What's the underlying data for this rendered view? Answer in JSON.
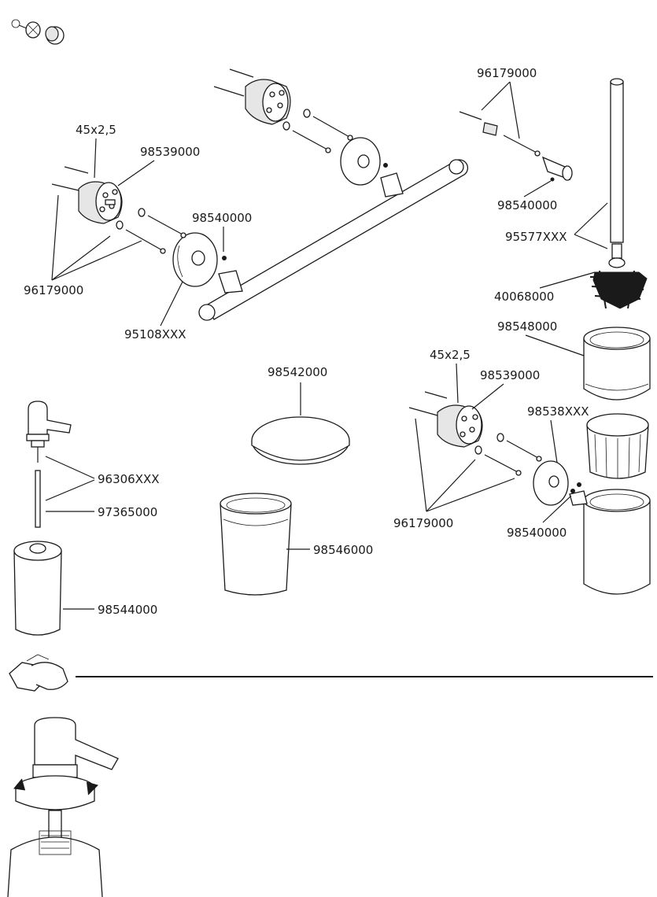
{
  "labels": {
    "bolts_top_right": "96179000",
    "bolts_left": "96179000",
    "bolts_bottom": "96179000",
    "plug_size_left": "45x2,5",
    "plug_size_bottom": "45x2,5",
    "holder_left": "98539000",
    "holder_bottom": "98539000",
    "grub_screw_left": "98540000",
    "grub_screw_top_right": "98540000",
    "grub_screw_bottom": "98540000",
    "rosette": "95108XXX",
    "handle_rod": "95577XXX",
    "brush_head": "40068000",
    "glass_bowl": "98548000",
    "inner_basket": "98538XXX",
    "cover_disc": "98542000",
    "tumbler": "98546000",
    "pump": "96306XXX",
    "tube": "97365000",
    "dispenser_bottle": "98544000"
  },
  "icons": {
    "tools": "tools-icon",
    "cleaning": "hand-cloth-icon"
  }
}
